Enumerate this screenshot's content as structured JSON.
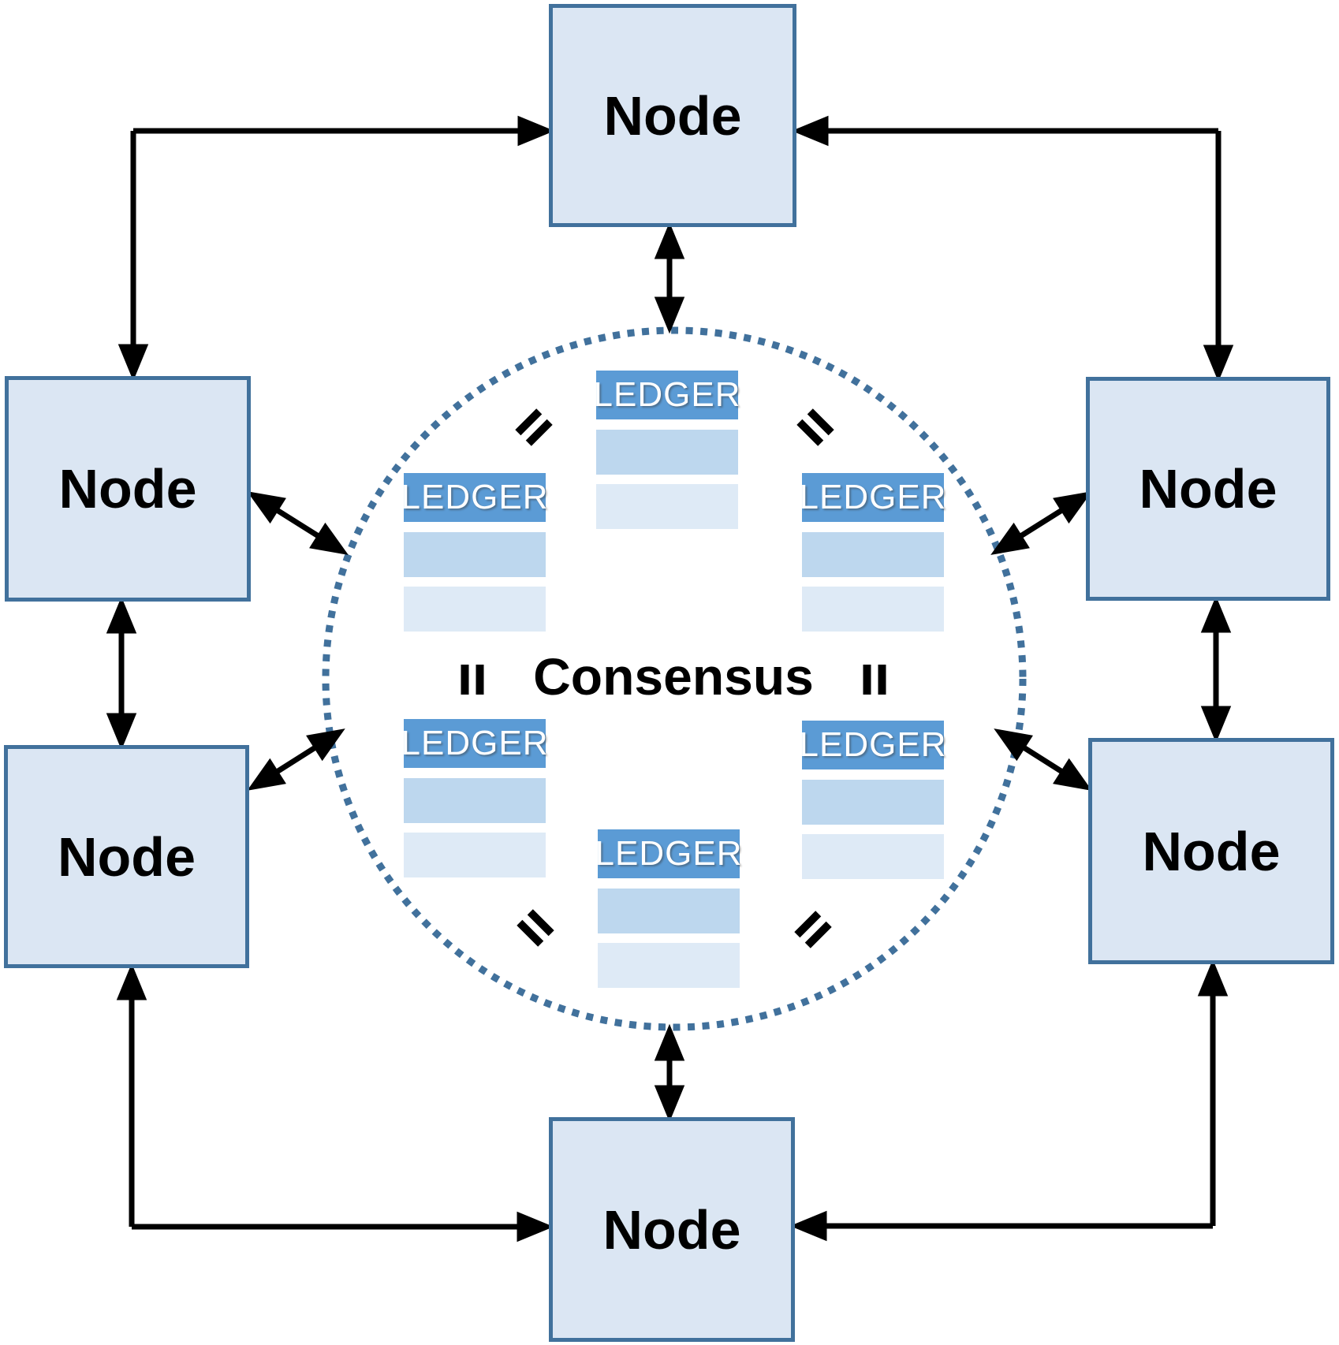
{
  "diagram": {
    "center_label": "Consensus",
    "nodes": [
      {
        "id": "top",
        "label": "Node"
      },
      {
        "id": "left-upper",
        "label": "Node"
      },
      {
        "id": "right-upper",
        "label": "Node"
      },
      {
        "id": "left-lower",
        "label": "Node"
      },
      {
        "id": "right-lower",
        "label": "Node"
      },
      {
        "id": "bottom",
        "label": "Node"
      }
    ],
    "ledgers": [
      {
        "id": "top",
        "label": "LEDGER"
      },
      {
        "id": "left",
        "label": "LEDGER"
      },
      {
        "id": "right",
        "label": "LEDGER"
      },
      {
        "id": "bottom-left",
        "label": "LEDGER"
      },
      {
        "id": "bottom-right",
        "label": "LEDGER"
      },
      {
        "id": "bottom",
        "label": "LEDGER"
      }
    ],
    "equals_marks": [
      {
        "id": "top-left"
      },
      {
        "id": "top-right"
      },
      {
        "id": "mid-left"
      },
      {
        "id": "mid-right"
      },
      {
        "id": "bottom-left"
      },
      {
        "id": "bottom-right"
      }
    ],
    "equals_symbol": "=",
    "colors": {
      "node_fill": "#dbe6f3",
      "node_border": "#41719c",
      "ledger_header": "#5b9bd5",
      "ledger_row1": "#bdd7ee",
      "ledger_row2": "#deeaf6",
      "circle": "#41719c",
      "arrow": "#000000"
    }
  }
}
